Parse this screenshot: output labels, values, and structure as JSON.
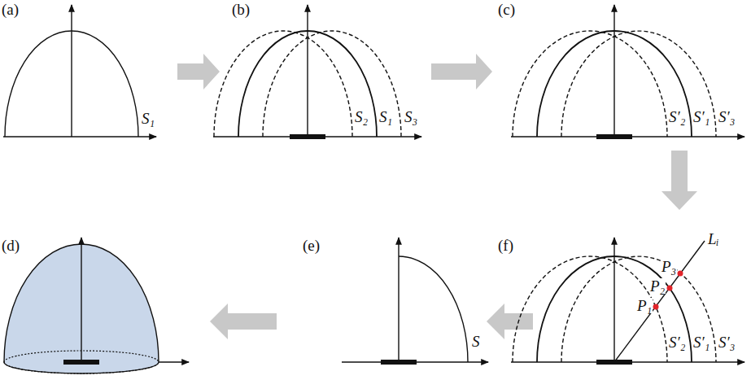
{
  "diagram": {
    "labels": [
      "(a)",
      "S₁",
      "(b)",
      "S₂",
      "S₁",
      "S₃",
      "(c)",
      "S′₂",
      "S′₁",
      "S′₃",
      "(d)",
      "(e)",
      "S",
      "(f)",
      "P₁",
      "P₂",
      "P₃",
      "Lᵢ",
      "S′₂",
      "S′₁",
      "S′₃"
    ]
  }
}
